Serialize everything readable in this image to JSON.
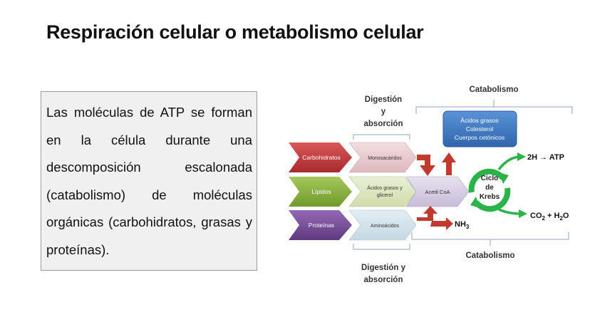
{
  "slide": {
    "title": "Respiración celular o metabolismo celular",
    "body": "Las moléculas de ATP se forman en la célula durante una descomposición escalonada (catabolismo) de moléculas orgánicas (carbohidratos, grasas y proteínas)."
  },
  "diagram": {
    "top_digestion": [
      "Digestión",
      "y",
      "absorción"
    ],
    "bottom_digestion": [
      "Digestión y",
      "absorción"
    ],
    "catabolism_top": "Catabolismo",
    "catabolism_bottom": "Catabolismo",
    "sources": [
      "Carbohidratos",
      "Lípidos",
      "Proteínas"
    ],
    "products": [
      "Monosacáridos",
      "Ácidos grasos y",
      "glicerol",
      "Aminoácidos"
    ],
    "acetyl": "Acetil CoA",
    "lipid_box": [
      "Ácidos grasos",
      "Colesterol",
      "Cuerpos cetónicos"
    ],
    "krebs": [
      "Ciclo",
      "de",
      "Krebs"
    ],
    "atp": "2H → ATP",
    "nh3": "NH",
    "nh3_sub": "3",
    "co2": "CO",
    "co2_sub": "2",
    "h2o_plus": " + H",
    "h2o_sub": "2",
    "h2o_end": "O",
    "colors": {
      "carbohydrates": "#c0393b",
      "lipids": "#8cb040",
      "proteins": "#7a4d9a",
      "info_box": "#3d78c0",
      "krebs": "#2bb34a",
      "arrows": "#c03a2e"
    }
  }
}
